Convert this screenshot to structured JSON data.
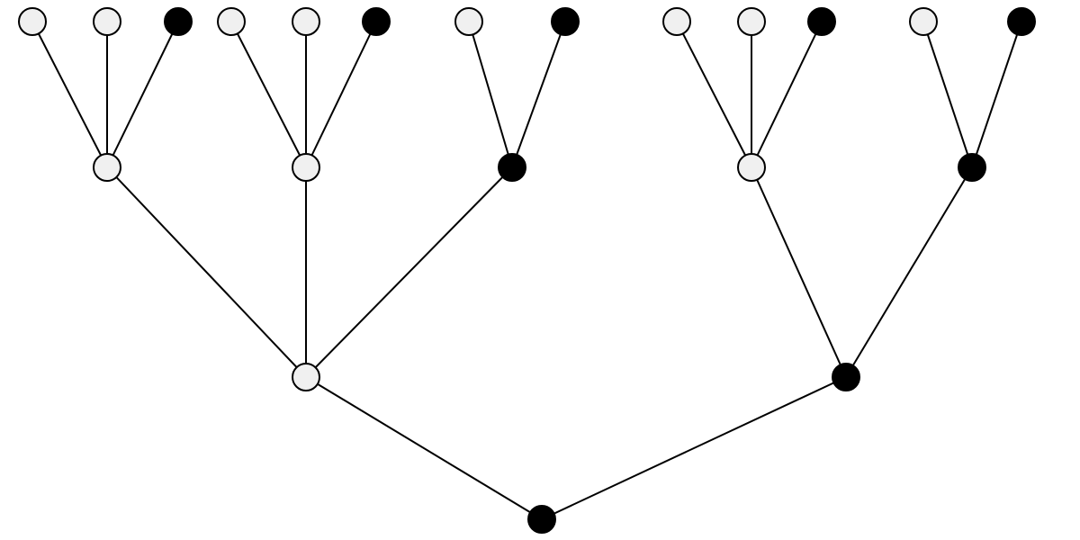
{
  "diagram": {
    "type": "tree",
    "colors": {
      "white": "#f0f0f0",
      "black": "#000000",
      "edge": "#000000"
    },
    "root": {
      "id": "r",
      "color": "black",
      "children": [
        {
          "id": "a",
          "color": "white",
          "children": [
            {
              "id": "a1",
              "color": "white",
              "children": [
                {
                  "id": "a1a",
                  "color": "white"
                },
                {
                  "id": "a1b",
                  "color": "white"
                },
                {
                  "id": "a1c",
                  "color": "black"
                }
              ]
            },
            {
              "id": "a2",
              "color": "white",
              "children": [
                {
                  "id": "a2a",
                  "color": "white"
                },
                {
                  "id": "a2b",
                  "color": "white"
                },
                {
                  "id": "a2c",
                  "color": "black"
                }
              ]
            },
            {
              "id": "a3",
              "color": "black",
              "children": [
                {
                  "id": "a3a",
                  "color": "white"
                },
                {
                  "id": "a3b",
                  "color": "black"
                }
              ]
            }
          ]
        },
        {
          "id": "b",
          "color": "black",
          "children": [
            {
              "id": "b1",
              "color": "white",
              "children": [
                {
                  "id": "b1a",
                  "color": "white"
                },
                {
                  "id": "b1b",
                  "color": "white"
                },
                {
                  "id": "b1c",
                  "color": "black"
                }
              ]
            },
            {
              "id": "b2",
              "color": "black",
              "children": [
                {
                  "id": "b2a",
                  "color": "white"
                },
                {
                  "id": "b2b",
                  "color": "black"
                }
              ]
            }
          ]
        }
      ]
    }
  }
}
